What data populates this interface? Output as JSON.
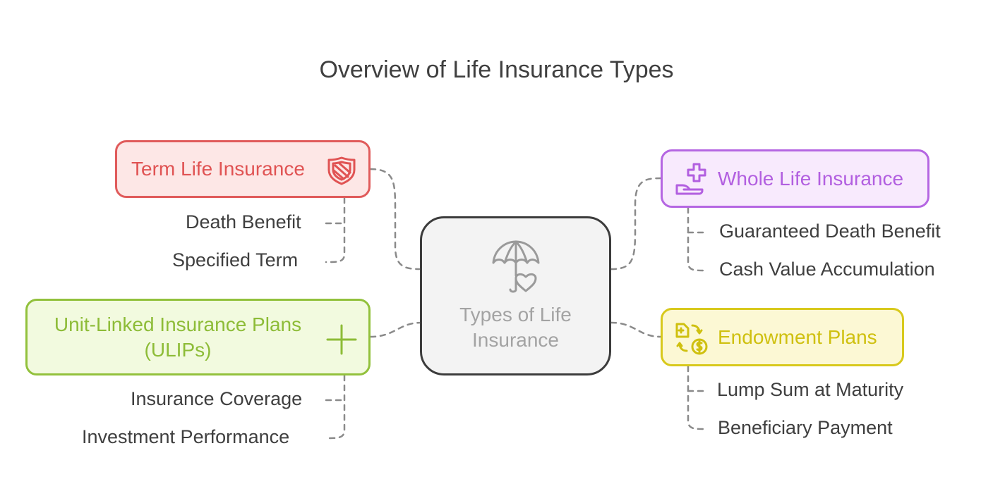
{
  "title": "Overview of Life Insurance Types",
  "center": {
    "label": "Types of Life Insurance",
    "icon": "umbrella-heart-icon"
  },
  "branches": {
    "term": {
      "label": "Term Life Insurance",
      "icon": "shield-icon",
      "color": "#e05b5b",
      "items": [
        "Death Benefit",
        "Specified Term"
      ]
    },
    "whole": {
      "label": "Whole Life Insurance",
      "icon": "hand-plus-icon",
      "color": "#b566e2",
      "items": [
        "Guaranteed Death Benefit",
        "Cash Value Accumulation"
      ]
    },
    "ulip": {
      "label": "Unit-Linked Insurance Plans (ULIPs)",
      "icon": "plus-icon",
      "color": "#92c13c",
      "items": [
        "Insurance Coverage",
        "Investment Performance"
      ]
    },
    "endow": {
      "label": "Endowment Plans",
      "icon": "money-exchange-icon",
      "color": "#d8c91c",
      "items": [
        "Lump Sum at Maturity",
        "Beneficiary Payment"
      ]
    }
  }
}
